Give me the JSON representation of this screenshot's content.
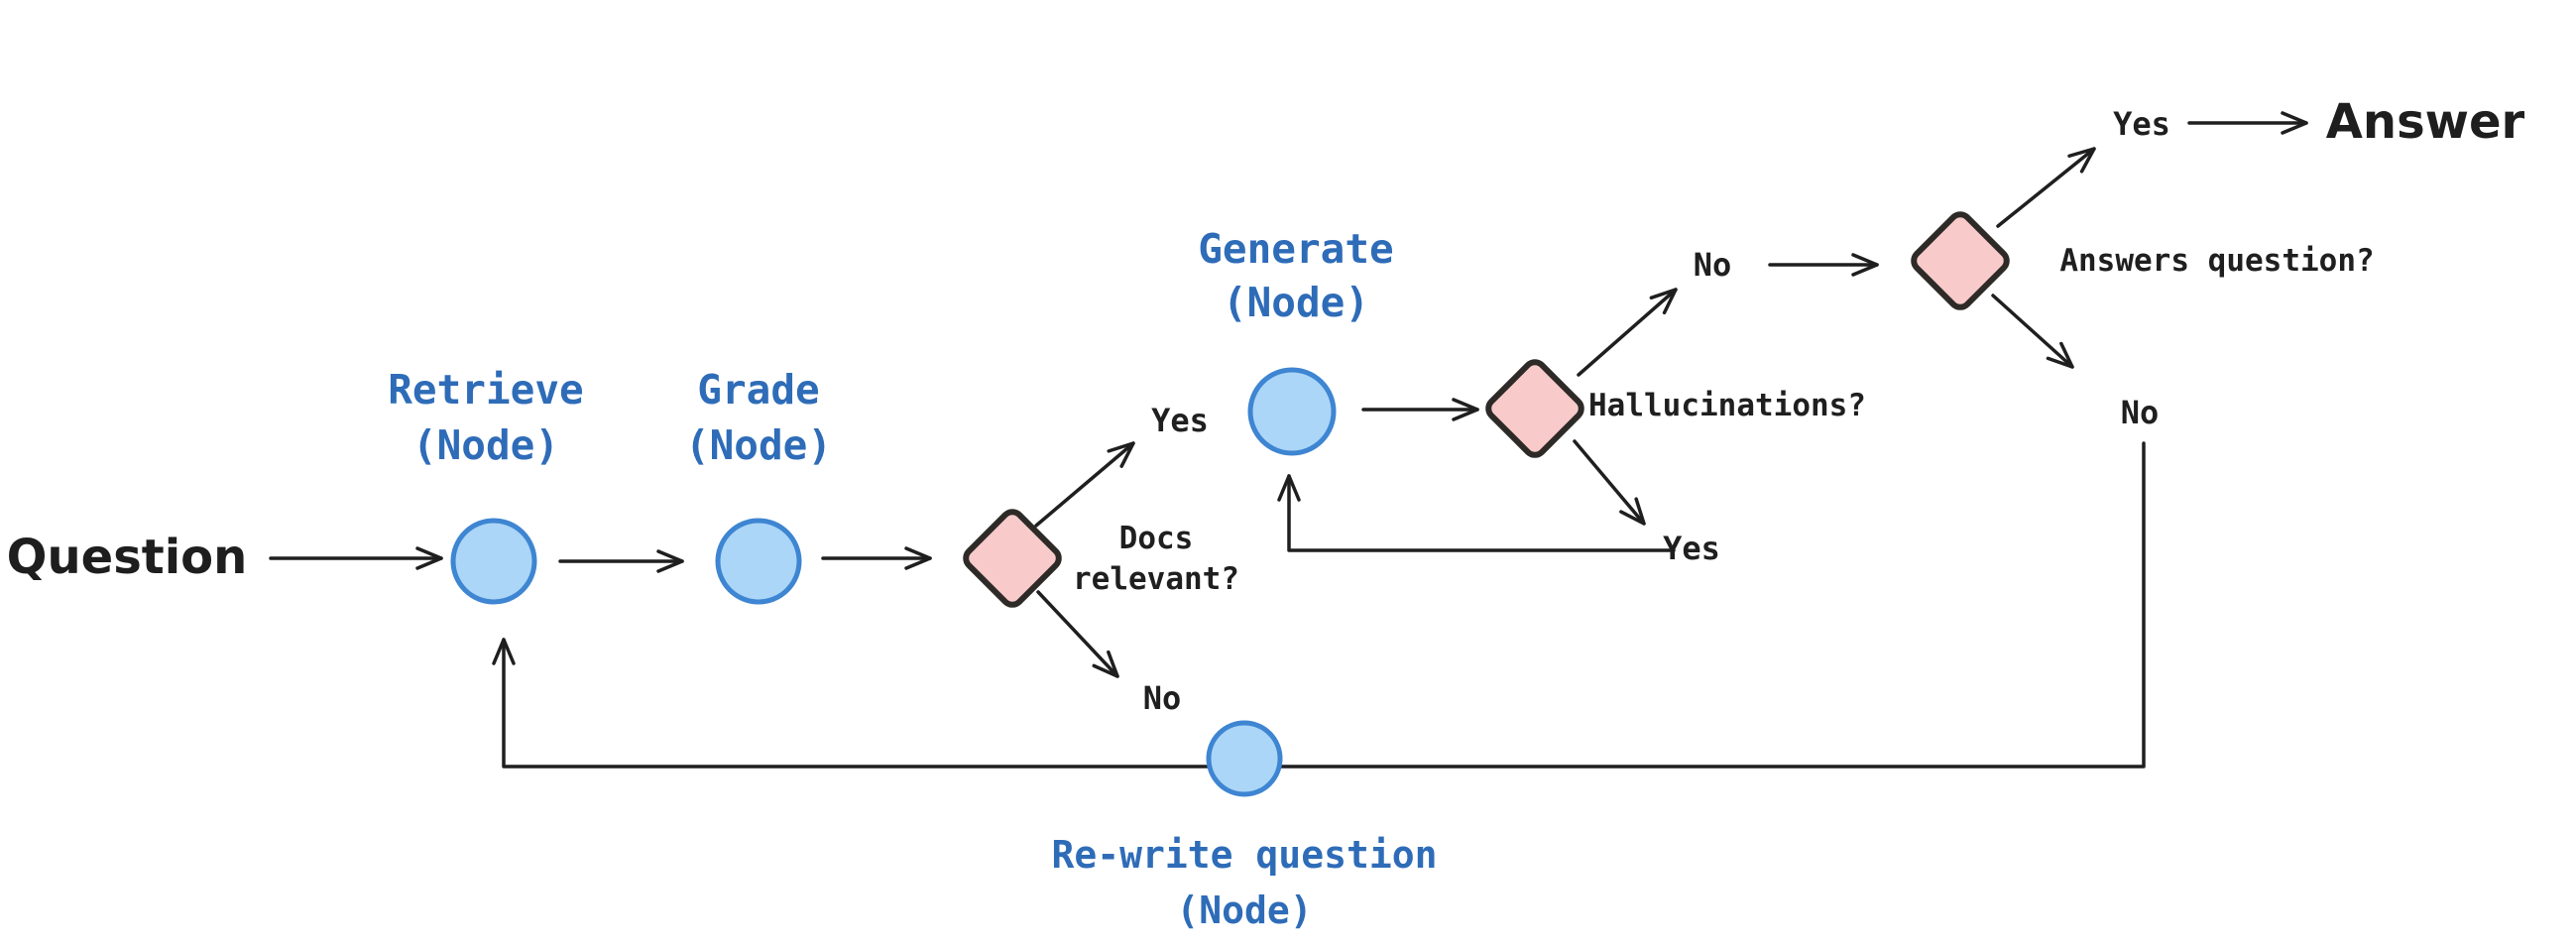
{
  "diagram": {
    "kind": "rag-langgraph-flowchart",
    "nodes": {
      "question": {
        "label": "Question"
      },
      "retrieve": {
        "label_line1": "Retrieve",
        "label_line2": "(Node)"
      },
      "grade": {
        "label_line1": "Grade",
        "label_line2": "(Node)"
      },
      "generate": {
        "label_line1": "Generate",
        "label_line2": "(Node)"
      },
      "rewrite": {
        "label_line1": "Re-write question",
        "label_line2": "(Node)"
      },
      "answer": {
        "label": "Answer"
      }
    },
    "decisions": {
      "docs_relevant": {
        "label_line1": "Docs",
        "label_line2": "relevant?"
      },
      "hallucinations": {
        "label": "Hallucinations?"
      },
      "answers_question": {
        "label": "Answers question?"
      }
    },
    "edge_labels": {
      "docs_yes": "Yes",
      "docs_no": "No",
      "hallucinations_no": "No",
      "hallucinations_yes": "Yes",
      "answers_yes": "Yes",
      "answers_no": "No"
    },
    "colors": {
      "background": "#ffffff",
      "node_fill": "#abd6f7",
      "node_stroke": "#3e85d2",
      "decision_fill": "#f8caca",
      "decision_stroke": "#2d2a27",
      "node_label_text": "#2e6cb8",
      "text": "#1f1f1f"
    }
  }
}
